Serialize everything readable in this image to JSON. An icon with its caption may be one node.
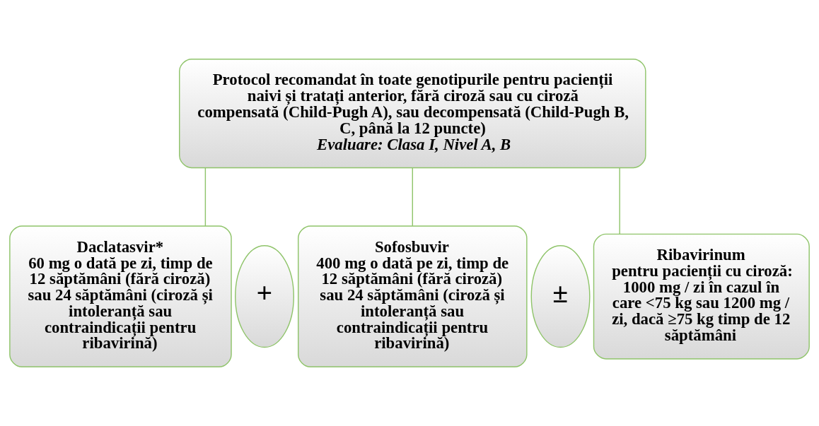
{
  "diagram": {
    "nodes": [
      {
        "text": [
          "Protocol recomandat în toate genotipurile pentru pacienții naivi și tratați anterior, fără ciroză sau cu ciroză compensată (Child-Pugh A), sau decompensată (Child-Pugh B, C, până la 12 puncte)",
          "Evaluare: Clasa I, Nivel A, B"
        ]
      },
      {
        "text": [
          "Daclatasvir*",
          "60 mg o dată pe zi, timp de 12 săptămâni (fără ciroză) sau 24 săptămâni (ciroză și intoleranță sau contraindicații pentru ribavirină)"
        ]
      },
      {
        "text": [
          "+"
        ]
      },
      {
        "text": [
          "Sofosbuvir",
          "400 mg o dată pe zi, timp de 12 săptămâni (fără ciroză) sau 24 săptămâni (ciroză și intoleranță sau contraindicații pentru ribavirină)"
        ]
      },
      {
        "text": [
          "±"
        ]
      },
      {
        "text": [
          "Ribavirinum",
          "pentru pacienții cu ciroză: 1000 mg / zi în cazul în care <75 kg sau 1200 mg / zi, dacă ≥75 kg timp de 12 săptămâni"
        ]
      }
    ],
    "edges": [
      {
        "from": 0,
        "to": 1,
        "arrow": "none"
      },
      {
        "from": 0,
        "to": 3,
        "arrow": "none"
      },
      {
        "from": 0,
        "to": 5,
        "arrow": "none"
      }
    ]
  }
}
